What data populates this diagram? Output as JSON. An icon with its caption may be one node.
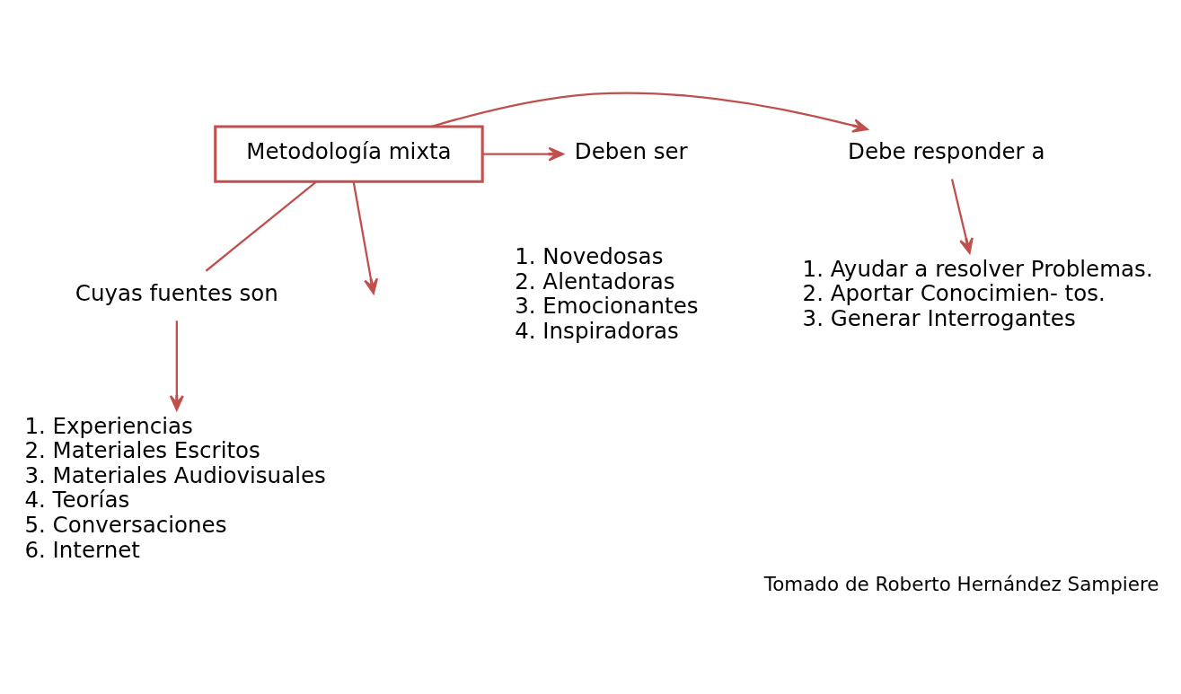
{
  "diagram": {
    "caption": "Tomado de Roberto Hernández Sampiere",
    "nodes": [
      {
        "text": [
          "Metodología mixta"
        ]
      },
      {
        "text": [
          "Debe responder a"
        ]
      },
      {
        "text": [
          "Deben ser"
        ]
      },
      {
        "text": [
          "1. Ayudar a resolver Problemas. 2. Aportar Conocimien- tos. 3. Generar Interrogantes"
        ]
      },
      {
        "text": [
          "Cuyas fuentes son"
        ]
      },
      {
        "text": [
          "1. Experiencias 2. Materiales Escritos 3. Materiales Audiovisuales 4. Teorías 5. Conversaciones 6. Internet"
        ]
      }
    ],
    "edges": [
      {
        "from": 0,
        "to": 1,
        "arrow": "to"
      },
      {
        "from": 0,
        "to": 2,
        "arrow": "to"
      },
      {
        "from": 1,
        "to": 3,
        "arrow": "to"
      },
      {
        "from": 0,
        "to": null,
        "arrow": "to"
      },
      {
        "from": 0,
        "to": 4,
        "arrow": "none"
      },
      {
        "from": 4,
        "to": 5,
        "arrow": "to"
      }
    ],
    "labels": [
      "1. Novedosas",
      "2. Alentadoras",
      "3. Emocionantes",
      "4. Inspiradoras"
    ]
  }
}
